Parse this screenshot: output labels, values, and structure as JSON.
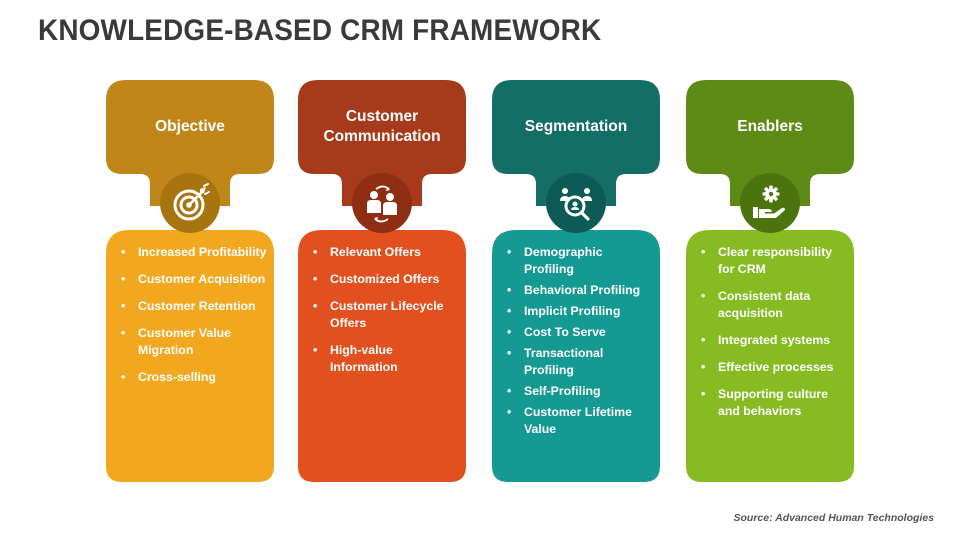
{
  "title": "KNOWLEDGE-BASED CRM FRAMEWORK",
  "source": "Source: Advanced Human Technologies",
  "columns": [
    {
      "heading": "Objective",
      "icon": "target-icon",
      "colors": {
        "top": "#C0861A",
        "circle": "#A8740F",
        "body": "#F2A81E"
      },
      "items": [
        "Increased Profitability",
        "Customer Acquisition",
        "Customer Retention",
        "Customer Value Migration",
        "Cross-selling"
      ]
    },
    {
      "heading": "Customer Communication",
      "icon": "people-exchange-icon",
      "colors": {
        "top": "#A73A1A",
        "circle": "#8E2E12",
        "body": "#E1501E"
      },
      "items": [
        "Relevant Offers",
        "Customized Offers",
        "Customer Lifecycle Offers",
        "High-value Information"
      ]
    },
    {
      "heading": "Segmentation",
      "icon": "group-search-icon",
      "colors": {
        "top": "#136E68",
        "circle": "#0B5A55",
        "body": "#149A92"
      },
      "items": [
        "Demographic Profiling",
        "Behavioral Profiling",
        "Implicit Profiling",
        "Cost To Serve",
        "Transactional Profiling",
        "Self-Profiling",
        "Customer Lifetime Value"
      ]
    },
    {
      "heading": "Enablers",
      "icon": "gear-hand-icon",
      "colors": {
        "top": "#5E8A16",
        "circle": "#4C740E",
        "body": "#86BB22"
      },
      "items": [
        "Clear responsibility for CRM",
        "Consistent data acquisition",
        "Integrated systems",
        "Effective processes",
        "Supporting culture and behaviors"
      ]
    }
  ]
}
